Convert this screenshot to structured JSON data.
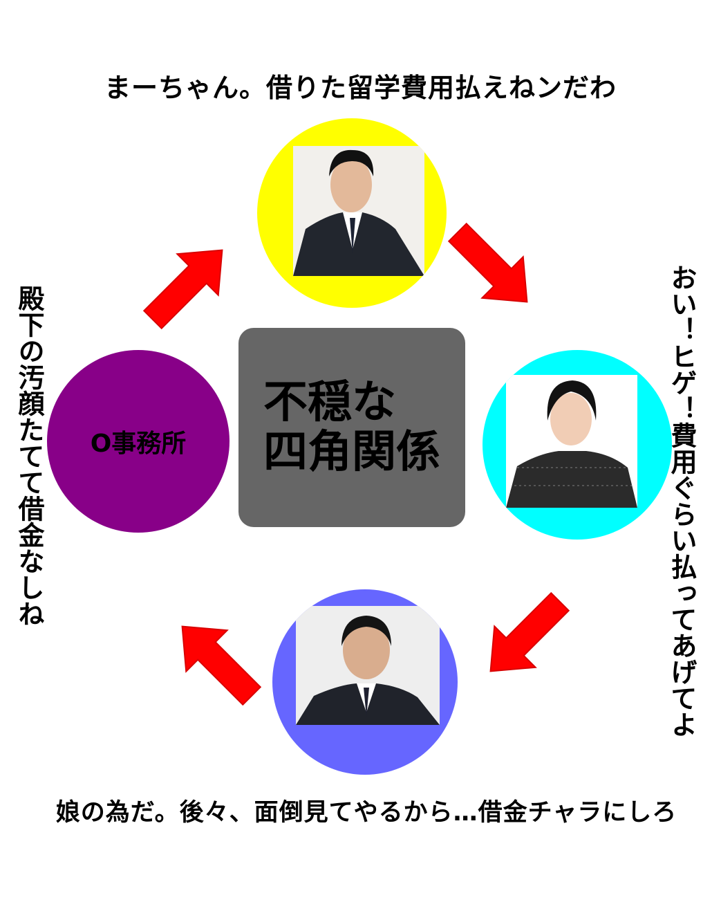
{
  "top_caption": "まーちゃん。借りた留学費用払えねンだわ",
  "right_caption": "おい！ヒゲ！費用ぐらい払ってあげてよ",
  "left_caption": "殿下の汚顔たてて借金なしね",
  "bottom_caption": "娘の為だ。後々、面倒見てやるから…借金チャラにしろ",
  "center": {
    "line1": "不穏な",
    "line2": "四角関係"
  },
  "nodes": {
    "top": {
      "color": "#ffff00",
      "icon": "man-in-suit-photo"
    },
    "right": {
      "color": "#00ffff",
      "icon": "woman-in-black-dress-photo"
    },
    "bottom": {
      "color": "#6666ff",
      "icon": "man-in-suit-photo"
    },
    "left": {
      "color": "#880088",
      "label": "O事務所"
    }
  },
  "arrow_color": "#ff0000"
}
